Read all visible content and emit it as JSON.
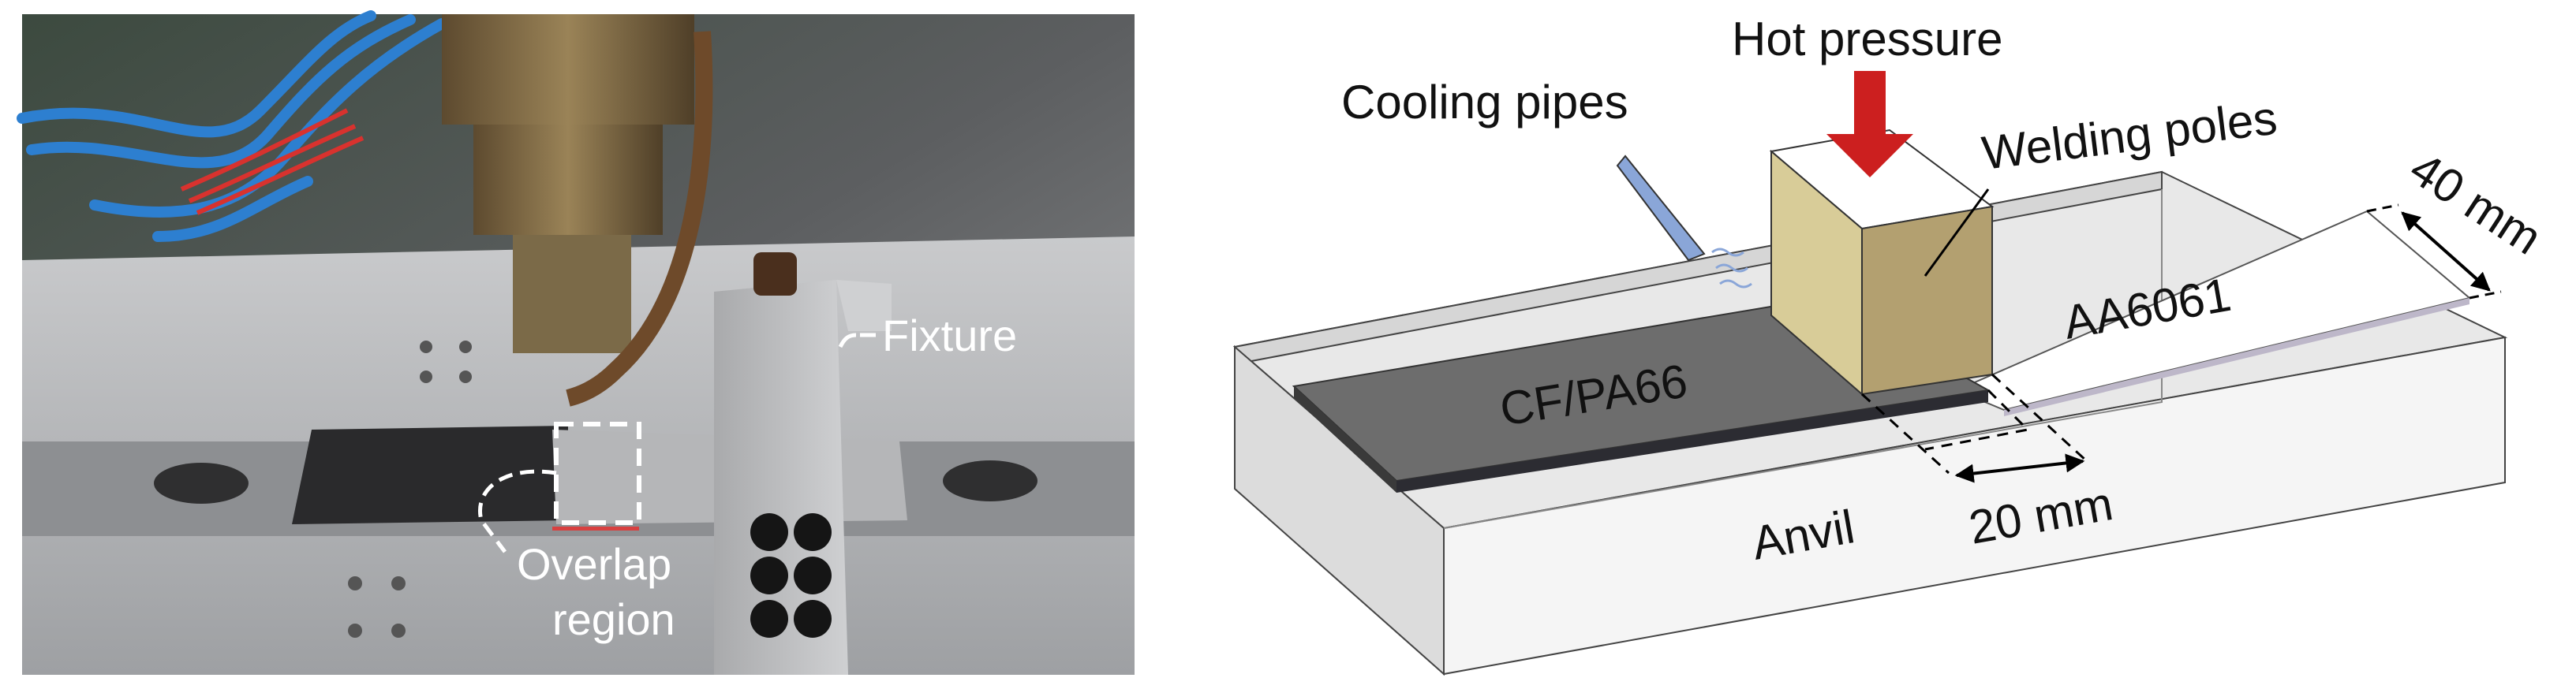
{
  "photo": {
    "labels": {
      "fixture": "Fixture",
      "overlap_line1": "Overlap",
      "overlap_line2": "region"
    }
  },
  "schematic": {
    "labels": {
      "hot_pressure": "Hot pressure",
      "cooling_pipes": "Cooling pipes",
      "welding_poles": "Welding poles",
      "cf_pa66": "CF/PA66",
      "aa6061": "AA6061",
      "anvil": "Anvil",
      "width_dim": "40 mm",
      "overlap_dim": "20 mm"
    },
    "colors": {
      "pressure_arrow": "#cc1f1f",
      "welding_pole_front": "#c9b882",
      "welding_pole_top": "#ffffff",
      "composite_plate": "#6d6d6d",
      "aluminium_plate": "#ffffff",
      "anvil": "#dcdcdc",
      "cooling_pipe": "#8aa6d8"
    }
  }
}
